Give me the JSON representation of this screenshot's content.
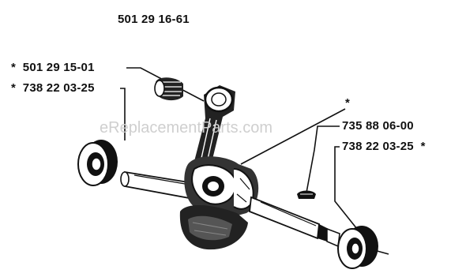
{
  "assembly_number": "501 29 16-61",
  "watermark": "eReplacementParts.com",
  "part_labels": [
    {
      "id": "bearing-needle",
      "marker": "*",
      "part_number": "501 29 15-01"
    },
    {
      "id": "ball-bearing-left",
      "marker": "*",
      "part_number": "738 22 03-25"
    },
    {
      "id": "crankshaft",
      "marker": "*",
      "part_number": ""
    },
    {
      "id": "key",
      "marker": "",
      "part_number": "735 88 06-00"
    },
    {
      "id": "ball-bearing-right",
      "marker": "*",
      "part_number": "738 22 03-25"
    }
  ],
  "colors": {
    "ink": "#111111",
    "watermark": "#cfcfcf",
    "background": "#ffffff"
  }
}
